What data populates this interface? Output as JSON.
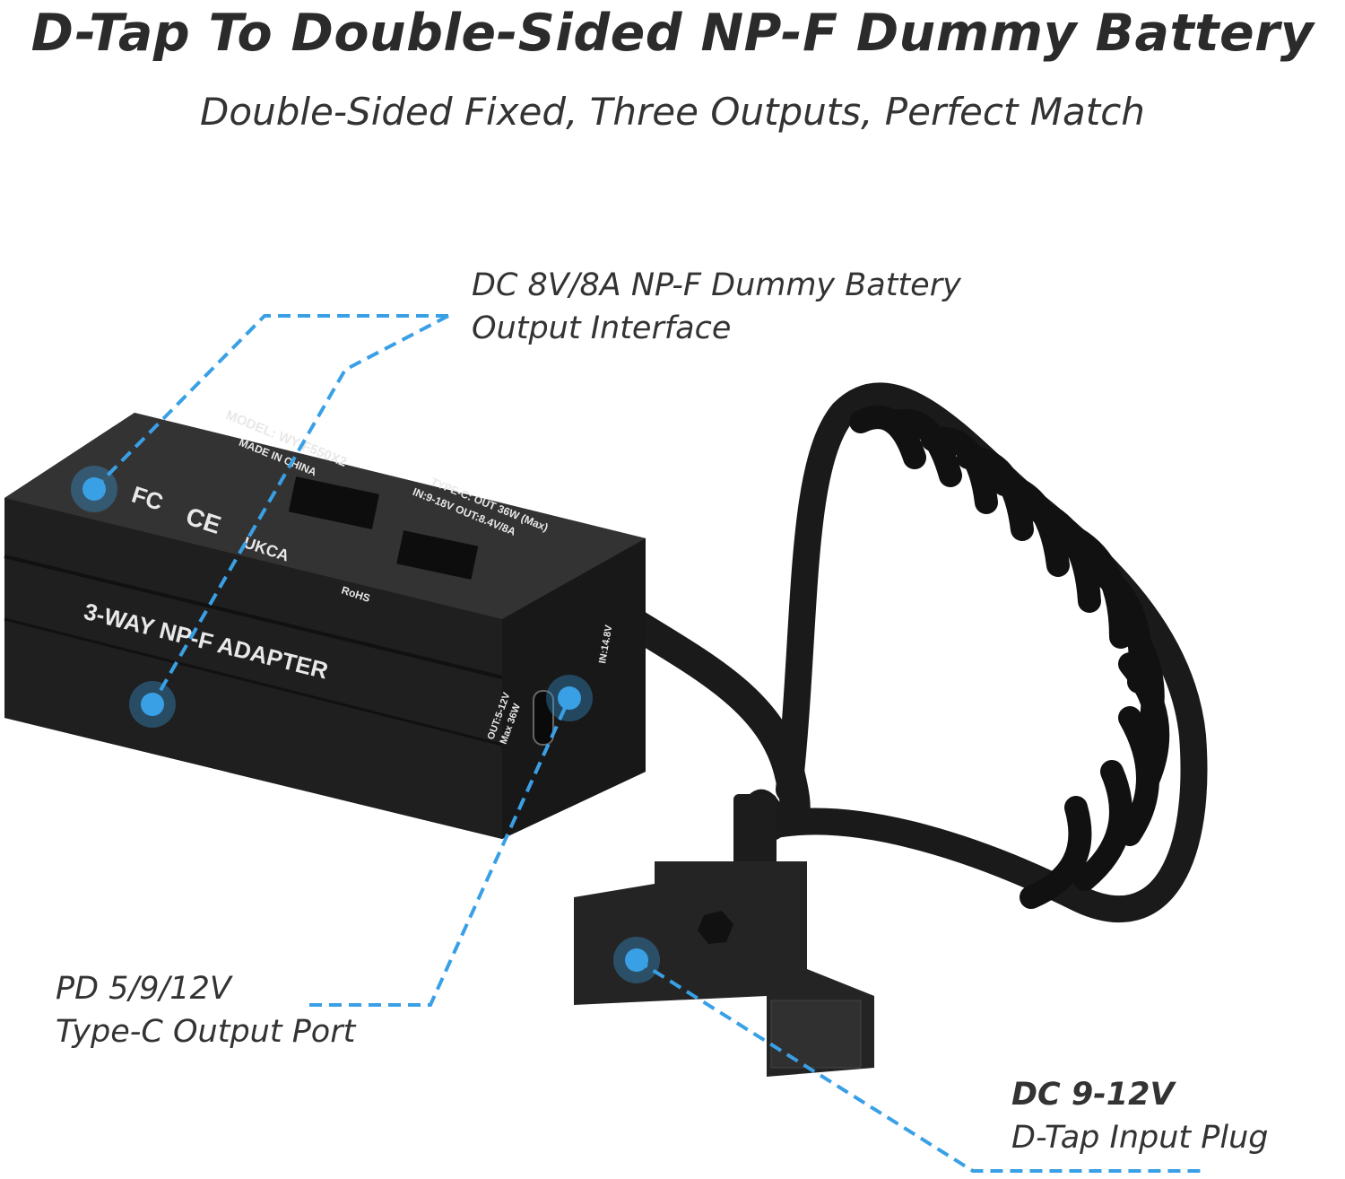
{
  "header": {
    "title": "D-Tap To Double-Sided NP-F Dummy Battery",
    "subtitle": "Double-Sided Fixed, Three Outputs, Perfect Match"
  },
  "callouts": {
    "npf_output": {
      "line1": "DC 8V/8A NP-F Dummy Battery",
      "line2": "Output Interface"
    },
    "typec_output": {
      "line1": "PD 5/9/12V",
      "line2": "Type-C Output Port"
    },
    "dtap_input": {
      "line1": "DC 9-12V",
      "line2": "D-Tap Input Plug"
    }
  },
  "product_labels": {
    "model": "MODEL: WY-F550X2",
    "origin": "MADE IN CHINA",
    "typec_spec": "TYPE-C: OUT 36W (Max)",
    "in_out_spec": "IN:9-18V   OUT:8.4V/8A",
    "side_label": "3-WAY NP-F ADAPTER",
    "port_spec_1": "OUT:5-12V",
    "port_spec_2": "Max 36W",
    "input_spec": "IN:14.8V",
    "cert_fc": "FC",
    "cert_ce": "CE",
    "cert_ukca": "UKCA",
    "cert_rohs": "RoHS"
  },
  "colors": {
    "accent": "#3aa0e6",
    "product": "#2a2a2a"
  }
}
